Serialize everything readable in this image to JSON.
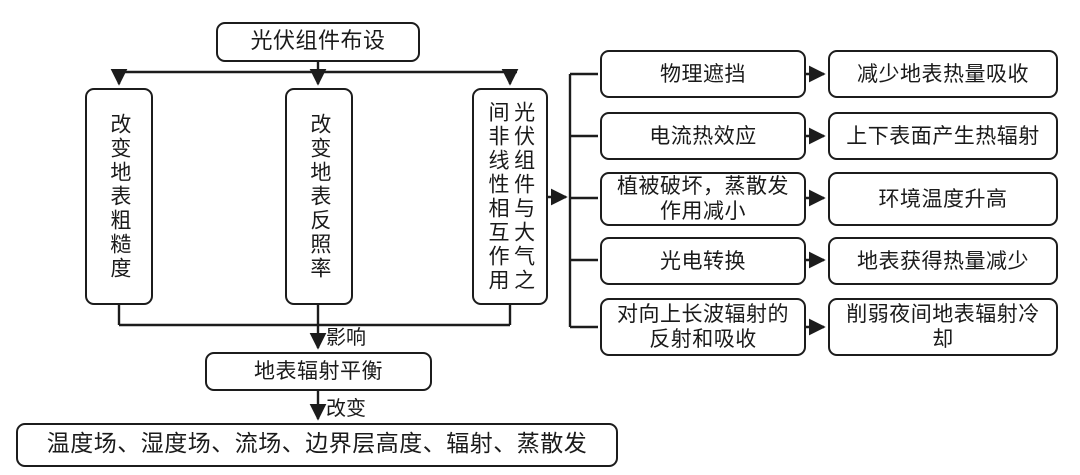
{
  "diagram": {
    "title_node": {
      "label": "光伏组件布设"
    },
    "branches": [
      {
        "id": "roughness",
        "label": "改变地表粗糙度",
        "orientation": "vertical"
      },
      {
        "id": "albedo",
        "label": "改变地表反照率",
        "orientation": "vertical"
      },
      {
        "id": "nonlinear",
        "label": "光伏组件与大气之间非线性相互作用",
        "orientation": "vertical"
      }
    ],
    "mechanisms": [
      {
        "cause": "物理遮挡",
        "effect": "减少地表热量吸收"
      },
      {
        "cause": "电流热效应",
        "effect": "上下表面产生热辐射"
      },
      {
        "cause": "植被破坏，蒸散发作用减小",
        "effect": "环境温度升高"
      },
      {
        "cause": "光电转换",
        "effect": "地表获得热量减少"
      },
      {
        "cause": "对向上长波辐射的反射和吸收",
        "effect": "削弱夜间地表辐射冷却"
      }
    ],
    "edge_labels": {
      "influence": "影响",
      "change": "改变"
    },
    "balance_node": {
      "label": "地表辐射平衡"
    },
    "outcome_node": {
      "label": "温度场、湿度场、流场、边界层高度、辐射、蒸散发"
    },
    "colors": {
      "stroke": "#1c1c1c",
      "background": "#ffffff",
      "text": "#1a1a1a"
    }
  }
}
